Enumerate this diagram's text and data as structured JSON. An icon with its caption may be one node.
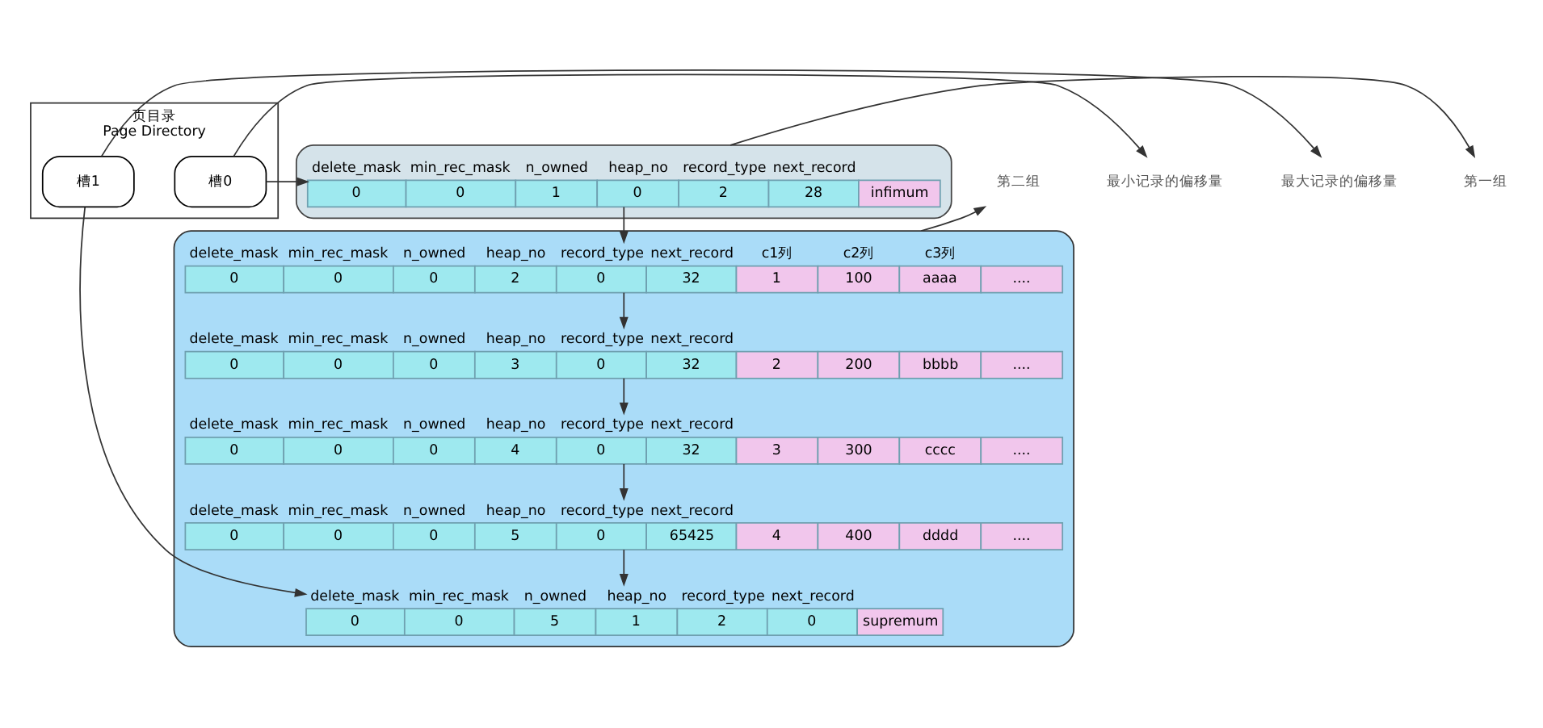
{
  "diagram": {
    "nodes": [
      {
        "text": [
          "页目录",
          "Page Directory"
        ]
      },
      {
        "text": [
          "槽0"
        ],
        "in": 0
      },
      {
        "text": [
          "槽1"
        ],
        "in": 0
      },
      {
        "text": [],
        "shape": "box"
      },
      {
        "text": [
          "0",
          "0",
          "1",
          "0",
          "2",
          "28",
          "infimum"
        ],
        "in": 3,
        "beside": [
          "delete_mask",
          "min_rec_mask",
          "n_owned",
          "heap_no",
          "record_type",
          "next_record"
        ]
      },
      {
        "text": [],
        "shape": "box"
      },
      {
        "text": [
          "0",
          "0",
          "0",
          "2",
          "0",
          "32",
          "1",
          "100",
          "aaaa",
          "...."
        ],
        "in": 5,
        "beside": [
          "delete_mask",
          "min_rec_mask",
          "n_owned",
          "heap_no",
          "record_type",
          "next_record",
          "c1列",
          "c2列",
          "c3列"
        ]
      },
      {
        "text": [
          "0",
          "0",
          "0",
          "3",
          "0",
          "32",
          "2",
          "200",
          "bbbb",
          "...."
        ],
        "in": 5,
        "beside": [
          "delete_mask",
          "min_rec_mask",
          "n_owned",
          "heap_no",
          "record_type",
          "next_record"
        ]
      },
      {
        "text": [
          "0",
          "0",
          "0",
          "4",
          "0",
          "32",
          "3",
          "300",
          "cccc",
          "...."
        ],
        "in": 5,
        "beside": [
          "delete_mask",
          "min_rec_mask",
          "n_owned",
          "heap_no",
          "record_type",
          "next_record"
        ]
      },
      {
        "text": [
          "0",
          "0",
          "0",
          "5",
          "0",
          "65425",
          "4",
          "400",
          "dddd",
          "...."
        ],
        "in": 5,
        "beside": [
          "delete_mask",
          "min_rec_mask",
          "n_owned",
          "heap_no",
          "record_type",
          "next_record"
        ]
      },
      {
        "text": [
          "0",
          "0",
          "5",
          "1",
          "2",
          "0",
          "supremum"
        ],
        "in": 5,
        "beside": [
          "delete_mask",
          "min_rec_mask",
          "n_owned",
          "heap_no",
          "record_type",
          "next_record"
        ]
      },
      {
        "text": [
          "最小记录的偏移量"
        ]
      },
      {
        "text": [
          "最大记录的偏移量"
        ]
      },
      {
        "text": [
          "第一组"
        ]
      },
      {
        "text": [
          "第二组"
        ]
      }
    ],
    "edges": [
      {
        "from": 1,
        "to": 11,
        "arrow": "to"
      },
      {
        "from": 2,
        "to": 12,
        "arrow": "to"
      },
      {
        "from": 1,
        "to": 4,
        "arrow": "to"
      },
      {
        "from": 2,
        "to": 10,
        "arrow": "to"
      },
      {
        "from": 4,
        "to": 6,
        "arrow": "to"
      },
      {
        "from": 6,
        "to": 7,
        "arrow": "to"
      },
      {
        "from": 7,
        "to": 8,
        "arrow": "to"
      },
      {
        "from": 8,
        "to": 9,
        "arrow": "to"
      },
      {
        "from": 9,
        "to": 10,
        "arrow": "to"
      },
      {
        "from": 3,
        "to": 13,
        "arrow": "to"
      },
      {
        "from": 5,
        "to": 14,
        "arrow": "to"
      }
    ]
  }
}
